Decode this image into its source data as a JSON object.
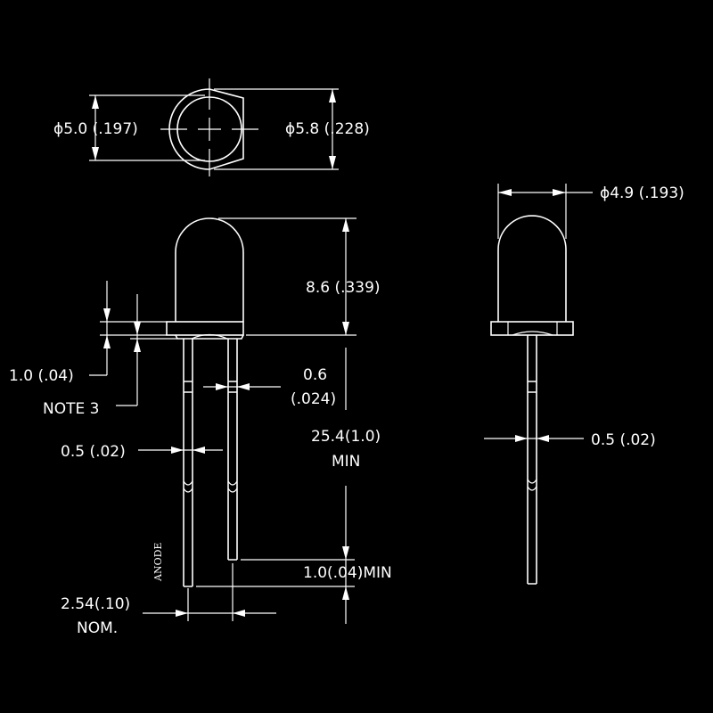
{
  "drawing": {
    "top_view": {
      "dia_inner": "ϕ5.0 (.197)",
      "dia_flange": "ϕ5.8 (.228)"
    },
    "side_view": {
      "lens_height": "8.6 (.339)",
      "flange": "1.0 (.04)",
      "note": "NOTE 3",
      "lead_square_1": "0.6",
      "lead_square_2": "(.024)",
      "lead_width": "0.5 (.02)",
      "lead_length_1": "25.4(1.0)",
      "lead_length_2": "MIN",
      "lead_diff": "1.0(.04)MIN",
      "anode": "ANODE",
      "spacing_1": "2.54(.10)",
      "spacing_2": "NOM."
    },
    "end_view": {
      "dia": "ϕ4.9 (.193)",
      "lead_width": "0.5 (.02)"
    }
  }
}
